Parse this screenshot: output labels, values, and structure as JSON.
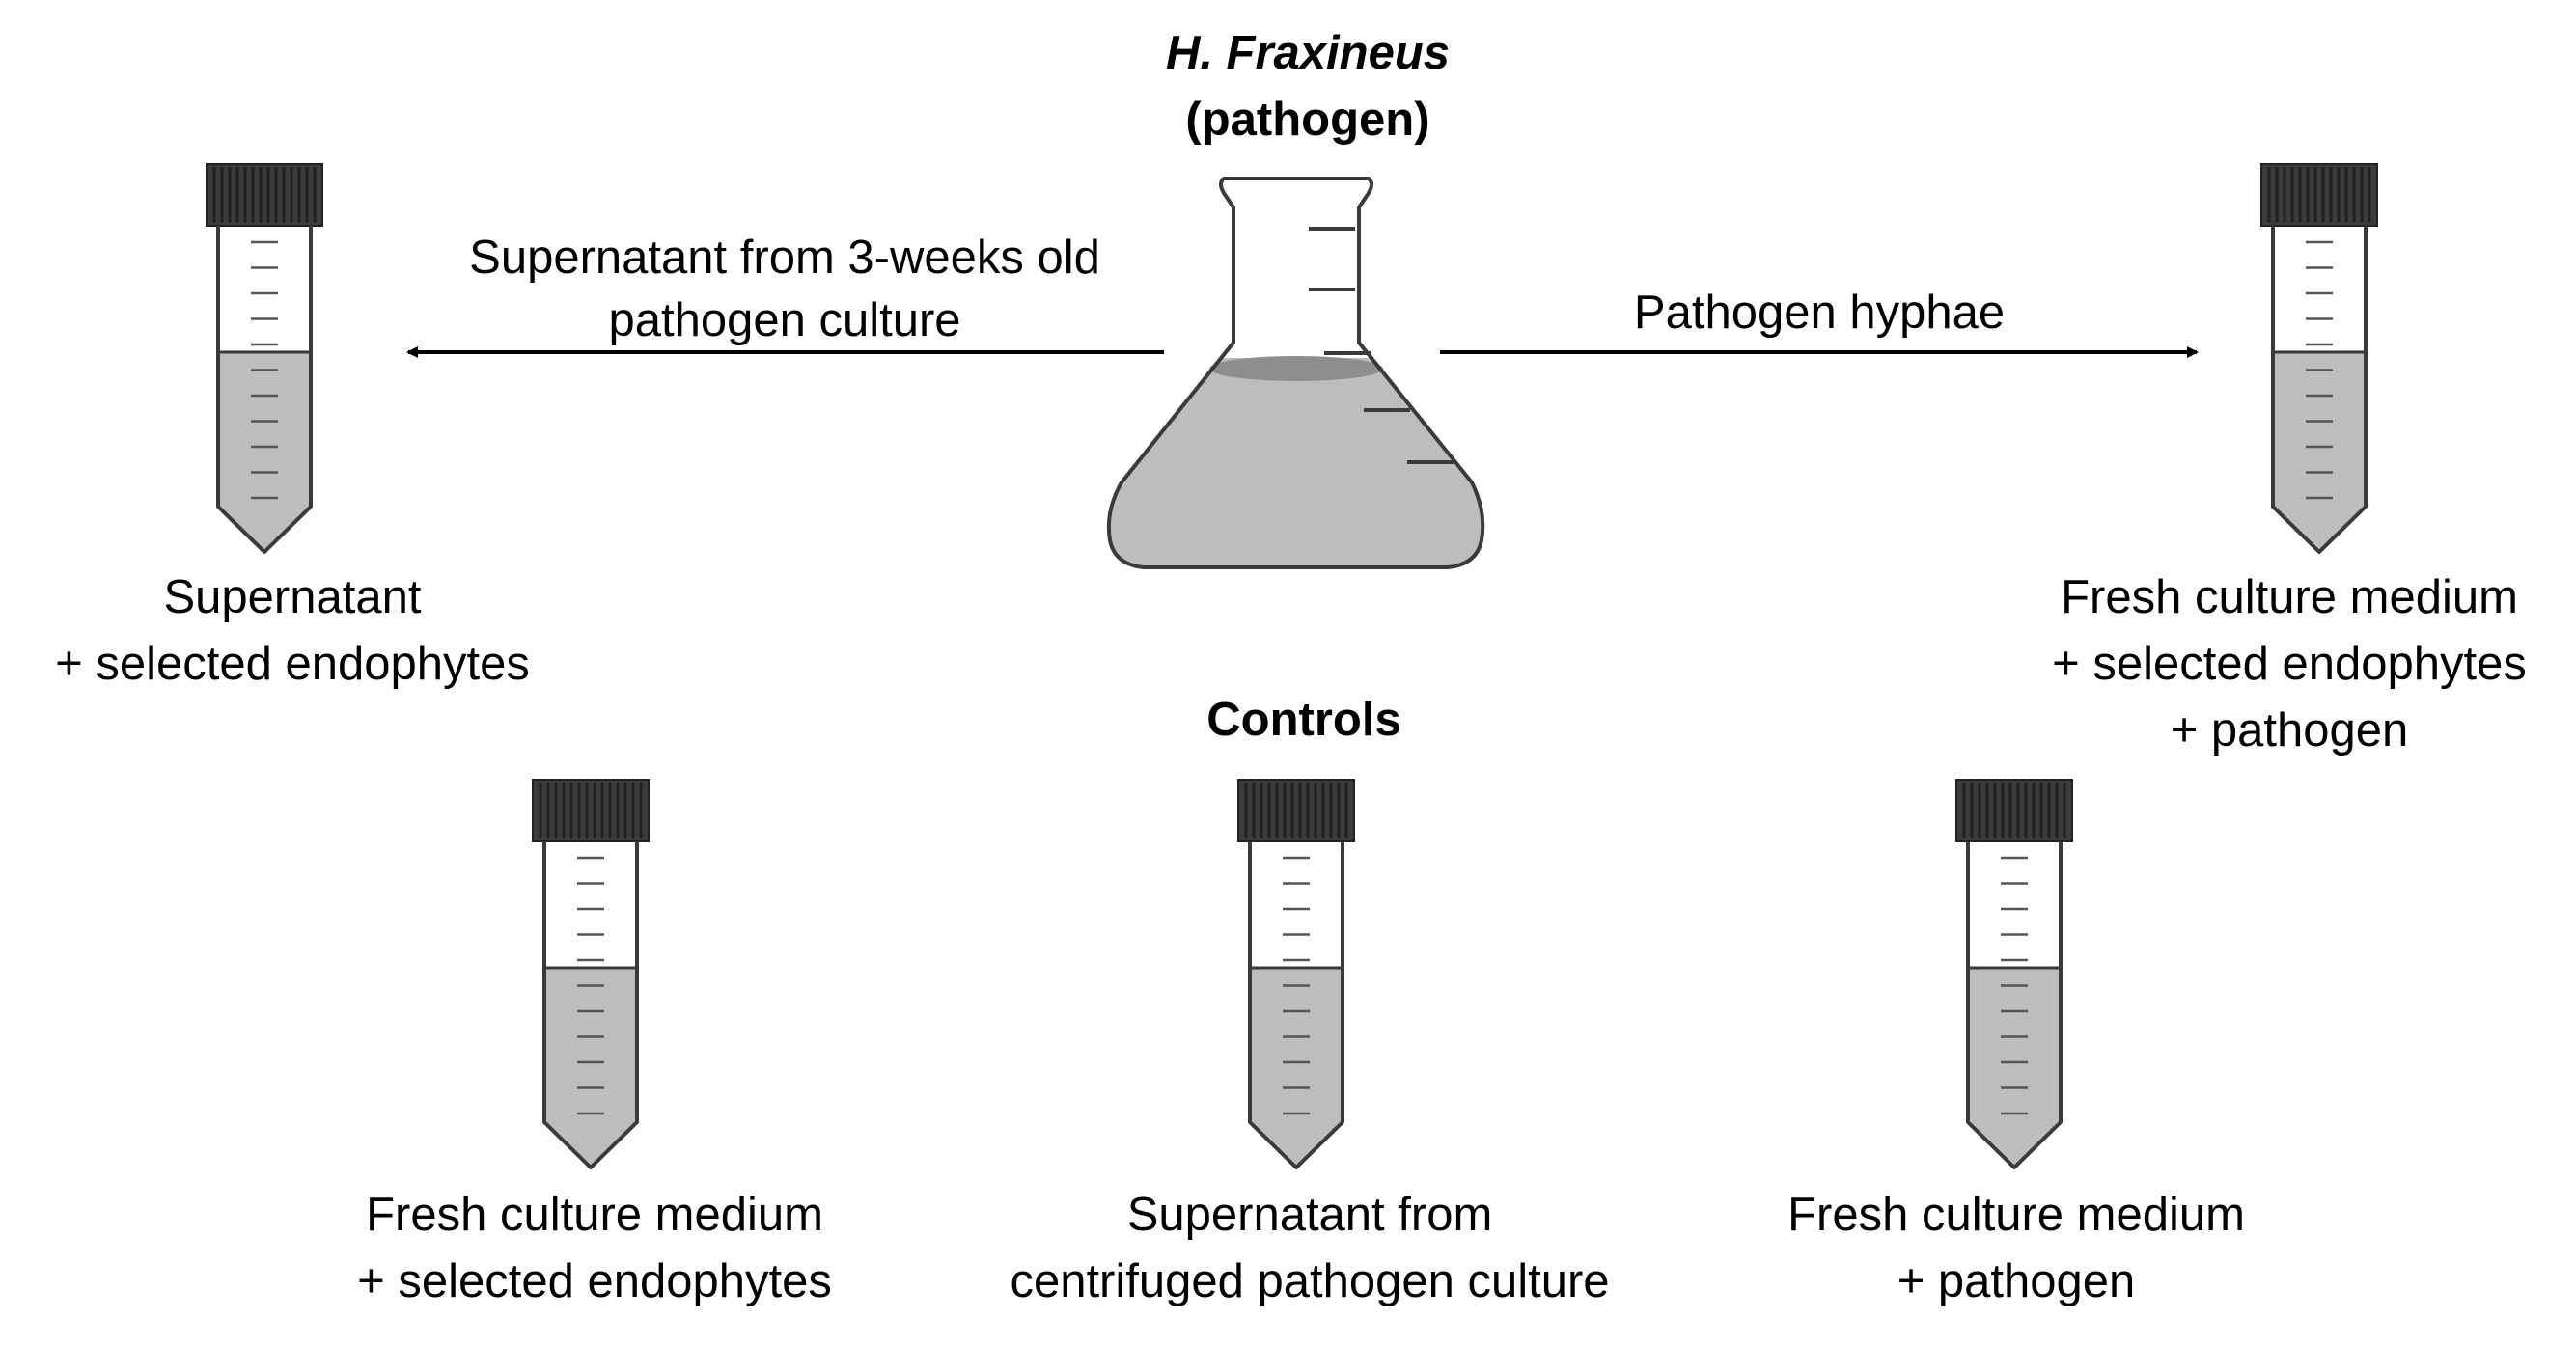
{
  "flask": {
    "title_line1": "H. Fraxineus",
    "title_line2": "(pathogen)"
  },
  "arrows": {
    "left_label_line1": "Supernatant from 3-weeks old",
    "left_label_line2": "pathogen culture",
    "right_label": "Pathogen hyphae"
  },
  "tubes": {
    "top_left": {
      "line1": "Supernatant",
      "line2": "+ selected endophytes"
    },
    "top_right": {
      "line1": "Fresh culture medium",
      "line2": "+ selected endophytes",
      "line3": "+ pathogen"
    }
  },
  "controls": {
    "heading": "Controls",
    "left": {
      "line1": "Fresh culture medium",
      "line2": "+ selected endophytes"
    },
    "center": {
      "line1": "Supernatant from",
      "line2": "centrifuged pathogen culture"
    },
    "right": {
      "line1": "Fresh culture medium",
      "line2": "+ pathogen"
    }
  },
  "colors": {
    "liquid": "#bdbdbd",
    "liquid_surface": "#8e8e8e",
    "cap": "#3c3c3c",
    "outline": "#3a3a3a",
    "tick": "#555555"
  }
}
